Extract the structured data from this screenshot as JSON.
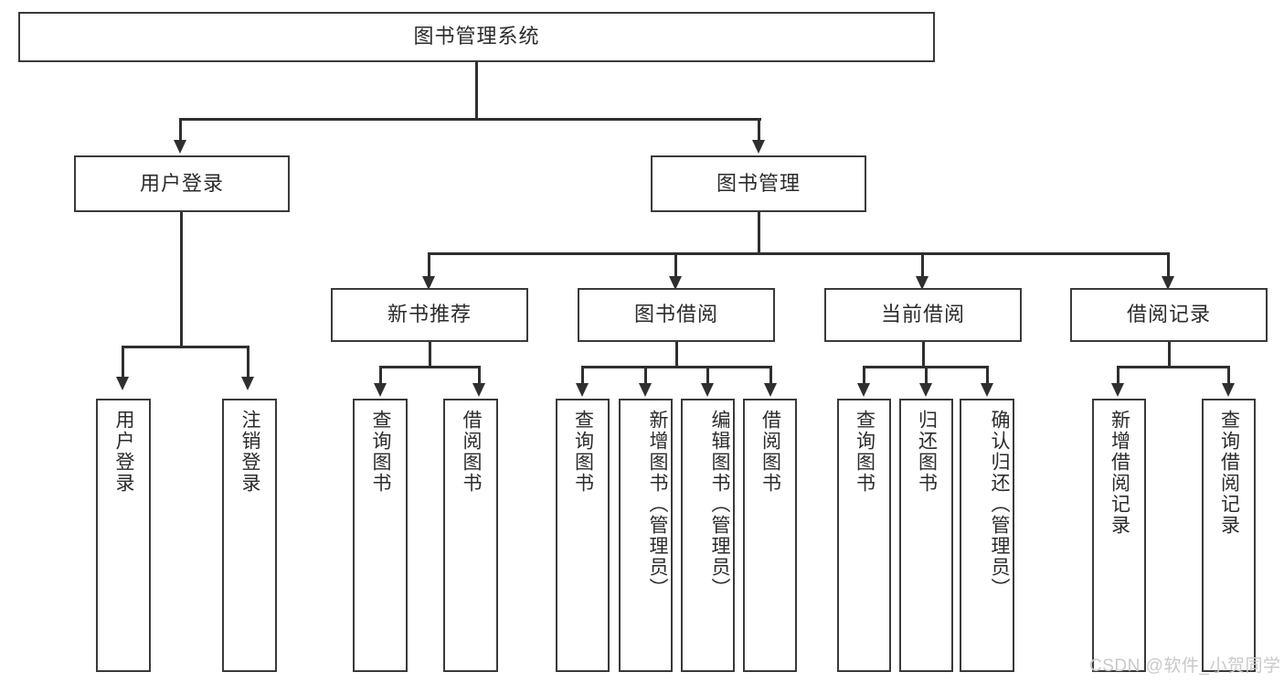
{
  "diagram": {
    "type": "tree-hierarchy",
    "title": "图书管理系统",
    "root": {
      "label": "图书管理系统",
      "name": "node-root-library-management-system"
    },
    "level2": [
      {
        "label": "用户登录",
        "name": "node-user-login"
      },
      {
        "label": "图书管理",
        "name": "node-book-management"
      }
    ],
    "level3": [
      {
        "label": "新书推荐",
        "name": "node-new-book-recommendation"
      },
      {
        "label": "图书借阅",
        "name": "node-book-borrowing"
      },
      {
        "label": "当前借阅",
        "name": "node-current-borrowing"
      },
      {
        "label": "借阅记录",
        "name": "node-borrowing-records"
      }
    ],
    "leaves": {
      "user_login": [
        {
          "label": "用户登录",
          "name": "leaf-user-login"
        },
        {
          "label": "注销登录",
          "name": "leaf-logout"
        }
      ],
      "new_book_recommendation": [
        {
          "label": "查询图书",
          "name": "leaf-query-book-recommend"
        },
        {
          "label": "借阅图书",
          "name": "leaf-borrow-book-recommend"
        }
      ],
      "book_borrowing": [
        {
          "label": "查询图书",
          "name": "leaf-query-book-borrowing"
        },
        {
          "label": "新增图书（管理员）",
          "name": "leaf-add-book-admin"
        },
        {
          "label": "编辑图书（管理员）",
          "name": "leaf-edit-book-admin"
        },
        {
          "label": "借阅图书",
          "name": "leaf-borrow-book-borrowing"
        }
      ],
      "current_borrowing": [
        {
          "label": "查询图书",
          "name": "leaf-query-book-current"
        },
        {
          "label": "归还图书",
          "name": "leaf-return-book"
        },
        {
          "label": "确认归还（管理员）",
          "name": "leaf-confirm-return-admin"
        }
      ],
      "borrowing_records": [
        {
          "label": "新增借阅记录",
          "name": "leaf-add-borrowing-record"
        },
        {
          "label": "查询借阅记录",
          "name": "leaf-query-borrowing-record"
        }
      ]
    }
  },
  "watermark": {
    "text": "CSDN @软件_小贺同学"
  },
  "colors": {
    "border": "#3a3a3a",
    "connector": "#2f2f2f",
    "text": "#2b2b2b",
    "background": "#ffffff",
    "watermark": "#c9c9c9"
  }
}
